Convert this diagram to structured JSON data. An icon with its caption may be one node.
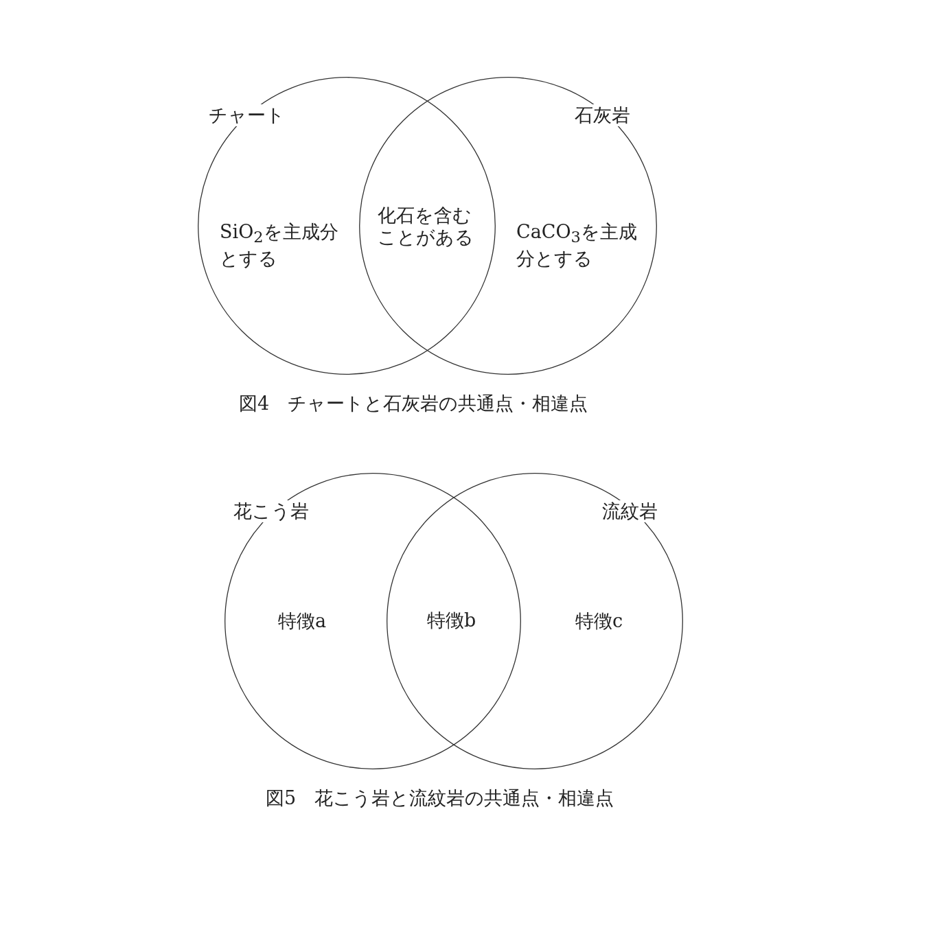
{
  "diagram": {
    "nodes": [
      {
        "text": [
          "チャート",
          "SiO$_{2}$を主成分とする"
        ]
      },
      {
        "text": [
          "石灰岩",
          "CaCO$_{3}$を主成分とする"
        ]
      },
      {
        "text": [
          "花こう岩",
          "特徴a"
        ]
      },
      {
        "text": [
          "流紋岩",
          "特徴c"
        ]
      }
    ],
    "labels": [
      "化石を含むことがある",
      "図4　チャートと石灰岩の共通点・相違点",
      "特徴b",
      "図5　花こう岩と流紋岩の共通点・相違点"
    ]
  }
}
